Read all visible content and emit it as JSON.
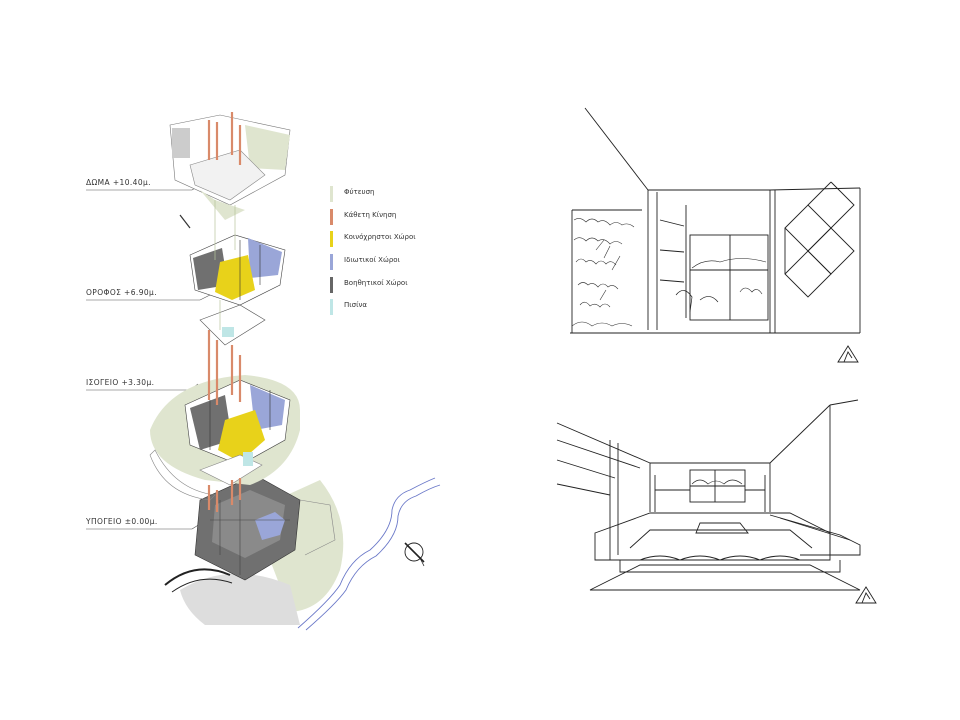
{
  "levels": [
    {
      "label": "ΔΩΜΑ +10.40μ."
    },
    {
      "label": "ΟΡΟΦΟΣ +6.90μ."
    },
    {
      "label": "ΙΣΟΓΕΙΟ +3.30μ."
    },
    {
      "label": "ΥΠΟΓΕΙΟ ±0.00μ."
    }
  ],
  "legend": [
    {
      "label": "Φύτευση",
      "color": "#dfe5cf"
    },
    {
      "label": "Κάθετη Κίνηση",
      "color": "#d98a6a"
    },
    {
      "label": "Κοινόχρηστοι Χώροι",
      "color": "#e8d21a"
    },
    {
      "label": "Ιδιωτικοί Χώροι",
      "color": "#9aa6d8"
    },
    {
      "label": "Βοηθητικοί Χώροι",
      "color": "#666666"
    },
    {
      "label": "Πισίνα",
      "color": "#bfe6e6"
    }
  ],
  "colors": {
    "planting": "#dfe5cf",
    "vertical": "#d98a6a",
    "common": "#e8d21a",
    "private": "#9aa6d8",
    "service": "#666666",
    "pool": "#bfe6e6",
    "river": "#6a78c8",
    "ink": "#222222"
  },
  "icons": {
    "north_arrow": "compass-north-icon",
    "logo": "architect-logo-icon"
  }
}
